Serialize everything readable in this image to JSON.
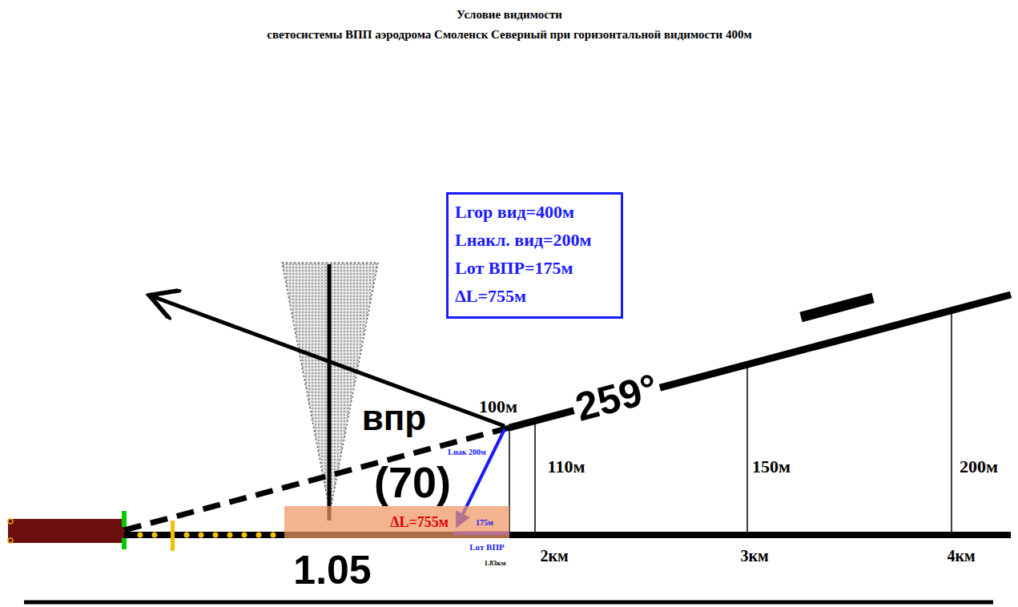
{
  "diagram": {
    "title": "Условие видимости светосистемы ВПП аэродрома Смоленск Северный при горизонтальной видимости 400м",
    "nodes": [
      {
        "text": [
          "Lгор вид=400м",
          "Lнакл. вид=200м",
          "Lот ВПР=175м",
          "ΔL=755м"
        ]
      },
      {
        "text": [
          "ΔL=755м"
        ]
      }
    ],
    "labels": [
      "впр",
      "100м",
      "259°",
      "(70)",
      "Lнак 200м",
      "110м",
      "150м",
      "200м",
      "175м",
      "1.05",
      "Lот ВПР",
      "1.83км",
      "2км",
      "3км",
      "4км"
    ]
  }
}
